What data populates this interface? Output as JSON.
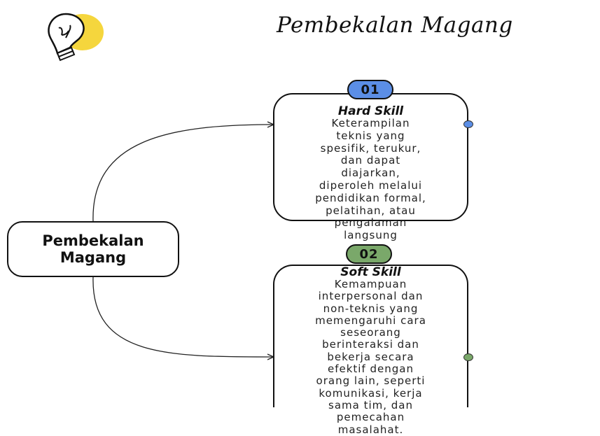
{
  "header": {
    "title": "Pembekalan Magang"
  },
  "colors": {
    "hard_skill_accent": "#5b8ee6",
    "soft_skill_accent": "#7aa86a",
    "bulb": "#f5d63d"
  },
  "icons": {
    "logo": "lightbulb-icon"
  },
  "center_node": {
    "line1": "Pembekalan",
    "line2": "Magang"
  },
  "cards": [
    {
      "badge": "01",
      "title": "Hard Skill",
      "lines": [
        "Keterampilan",
        "teknis yang",
        "spesifik, terukur,",
        "dan dapat",
        "diajarkan,",
        "diperoleh melalui",
        "pendidikan formal,",
        "pelatihan, atau",
        "pengalaman",
        "langsung"
      ]
    },
    {
      "badge": "02",
      "title": "Soft Skill",
      "lines": [
        "Kemampuan",
        "interpersonal dan",
        "non-teknis yang",
        "memengaruhi cara",
        "seseorang",
        "berinteraksi dan",
        "bekerja secara",
        "efektif dengan",
        "orang lain, seperti",
        "komunikasi, kerja",
        "sama tim, dan",
        "pemecahan",
        "masalahat."
      ]
    }
  ]
}
